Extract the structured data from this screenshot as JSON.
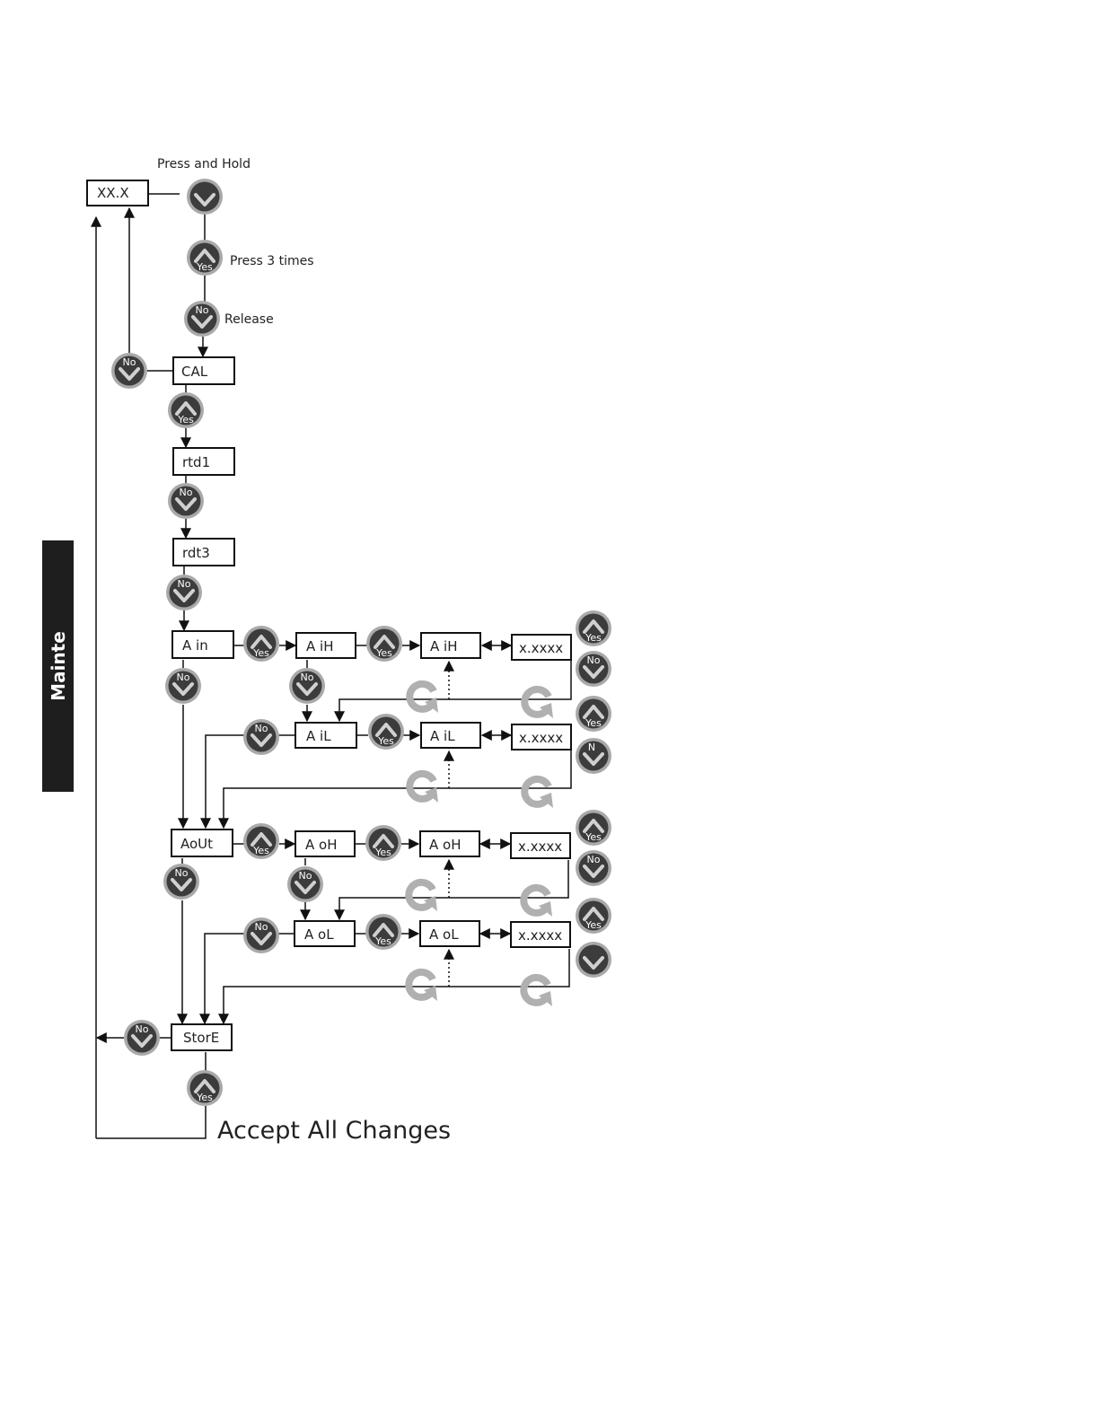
{
  "side_tab": "Mainte",
  "labels": {
    "press_hold": "Press and Hold",
    "press_3": "Press 3 times",
    "release": "Release",
    "accept": "Accept All Changes"
  },
  "displays": {
    "xxx": "XX.X",
    "cal": "CAL",
    "rtd1": "rtd1",
    "rdt3": "rdt3",
    "ain": "A in",
    "aih1": "A iH",
    "aih2": "A iH",
    "aih_val": "x.xxxx",
    "ail1": "A iL",
    "ail2": "A iL",
    "ail_val": "x.xxxx",
    "aout": "AoUt",
    "aoh1": "A oH",
    "aoh2": "A oH",
    "aoh_val": "x.xxxx",
    "aol1": "A oL",
    "aol2": "A oL",
    "aol_val": "x.xxxx",
    "store": "StorE"
  },
  "buttons": {
    "yes": "Yes",
    "no": "No",
    "n": "N"
  },
  "colors": {
    "button_fill": "#3c3c3c",
    "button_ring": "#a9a9a9",
    "cycle_icon": "#b0b0b0",
    "side_tab": "#1e1e1e"
  }
}
